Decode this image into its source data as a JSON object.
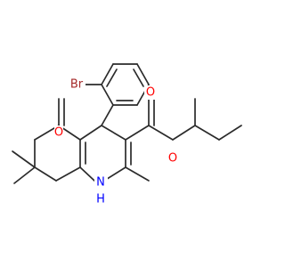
{
  "molecule": {
    "labels": {
      "bromine": "Br",
      "keto_oxygen": "O",
      "carbonyl_oxygen": "O",
      "ester_oxygen": "O",
      "amine": "N",
      "amine_hydrogen": "H"
    },
    "colors": {
      "bond": "#2b2b2b",
      "bromine": "#a52a2a",
      "oxygen": "#ff0000",
      "nitrogen": "#0000ff"
    }
  }
}
